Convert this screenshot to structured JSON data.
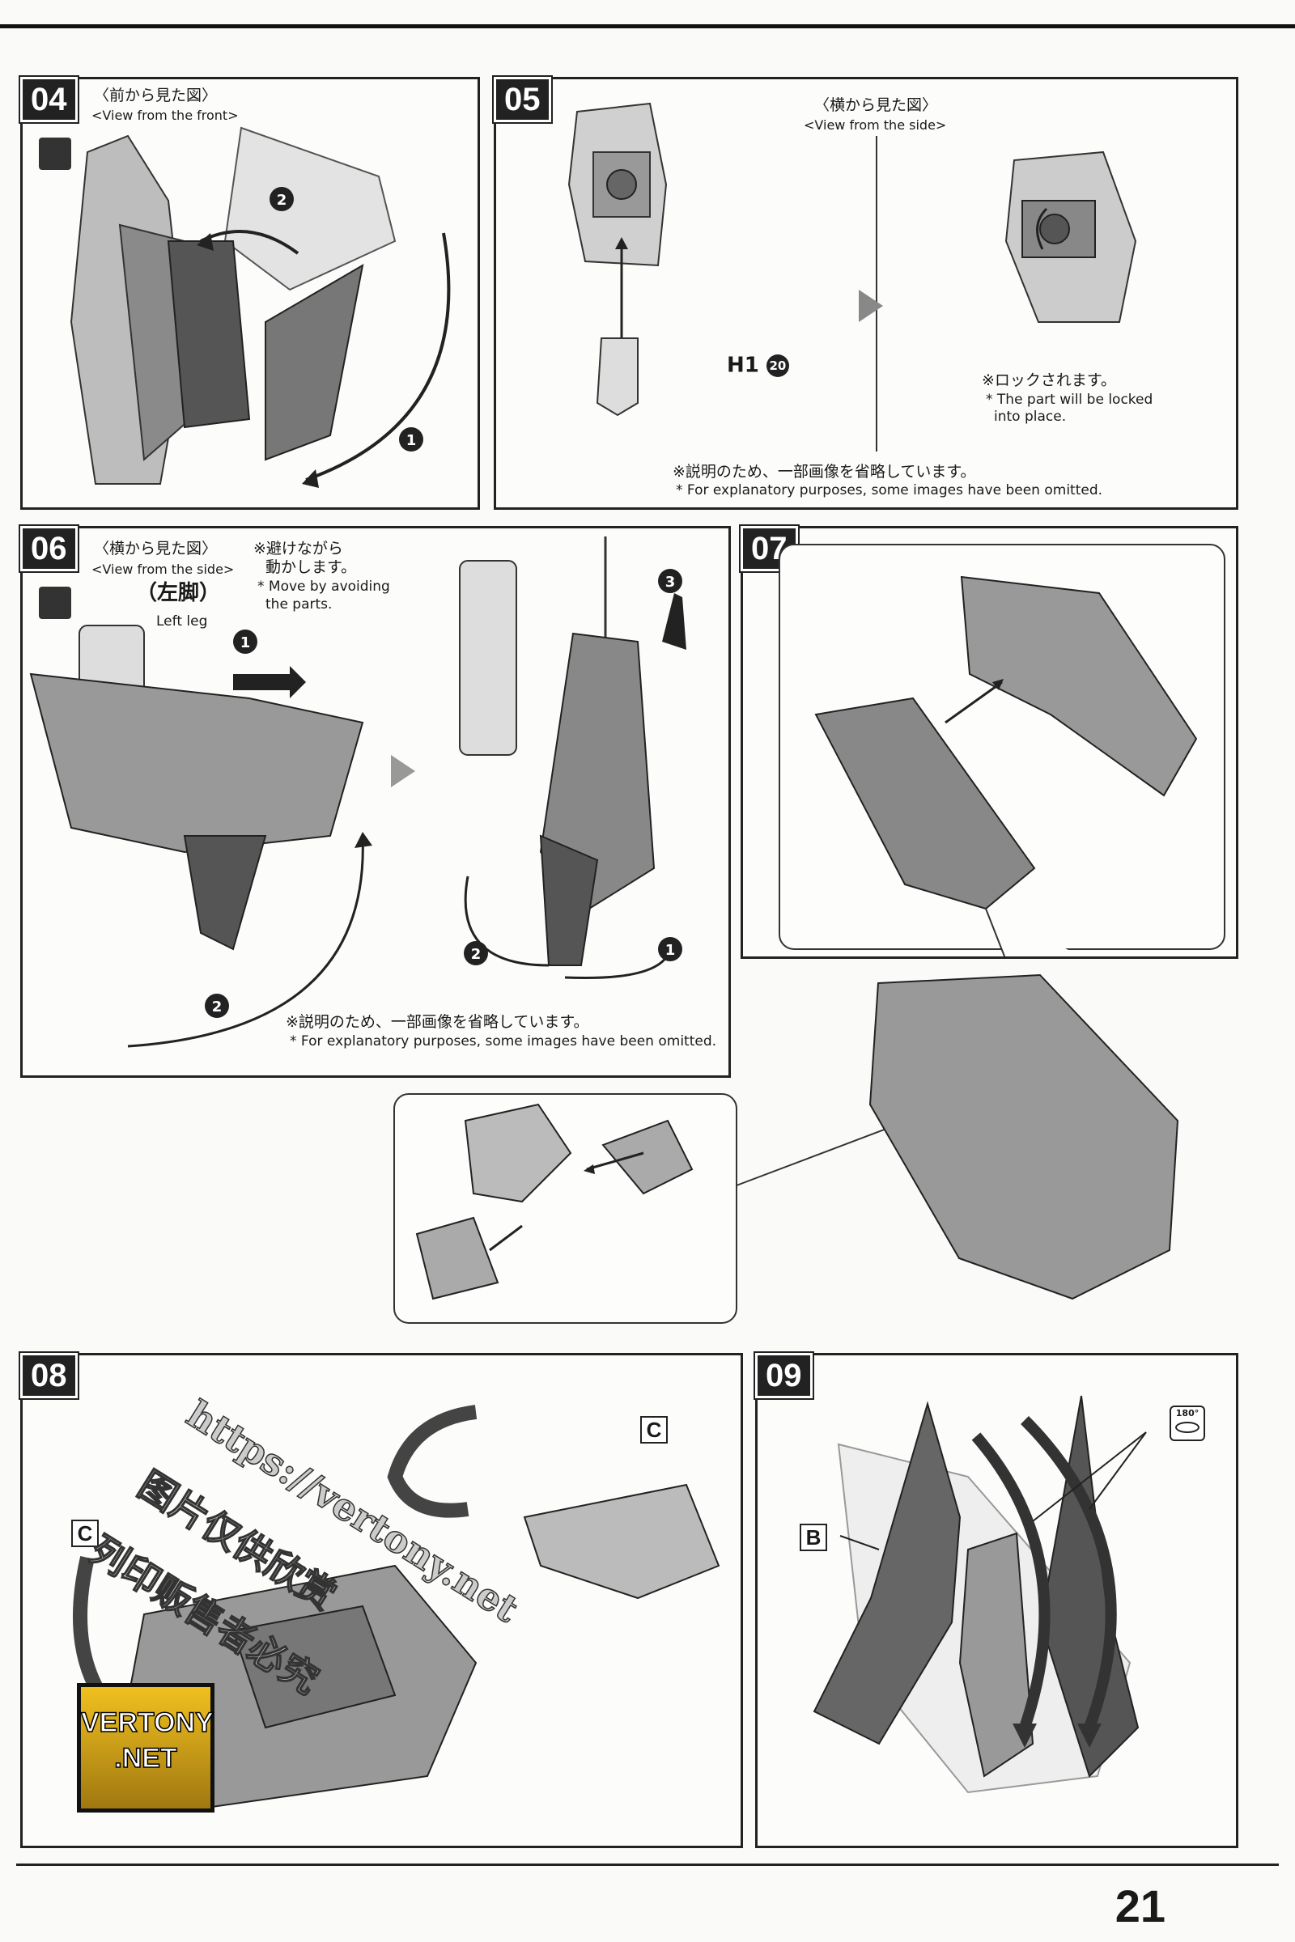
{
  "page_number": "21",
  "steps": {
    "s04": {
      "number": "04",
      "view_jp": "〈前から見た図〉",
      "view_en": "<View from the front>",
      "markers": [
        "2",
        "1"
      ]
    },
    "s05": {
      "number": "05",
      "view_jp": "〈横から見た図〉",
      "view_en": "<View from the side>",
      "part": "H1",
      "runner": "20",
      "lock_jp": "※ロックされます。",
      "lock_en_1": "* The part will be locked",
      "lock_en_2": "into place.",
      "note_jp": "※説明のため、一部画像を省略しています。",
      "note_en": "* For explanatory purposes, some images have been omitted."
    },
    "s06": {
      "number": "06",
      "view_jp": "〈横から見た図〉",
      "view_en": "<View from the side>",
      "avoid_jp_1": "※避けながら",
      "avoid_jp_2": "動かします。",
      "avoid_en_1": "* Move by avoiding",
      "avoid_en_2": "the parts.",
      "leg_jp": "（左脚）",
      "leg_en": "Left leg",
      "markers": [
        "1",
        "2",
        "3",
        "2",
        "1"
      ],
      "note_jp": "※説明のため、一部画像を省略しています。",
      "note_en": "* For explanatory purposes, some images have been omitted."
    },
    "s07": {
      "number": "07"
    },
    "s08": {
      "number": "08",
      "label_c1": "C",
      "label_c2": "C"
    },
    "s09": {
      "number": "09",
      "label_b": "B",
      "rotate": "180°"
    }
  },
  "watermark": {
    "url": "https://vertony.net",
    "line2": "图片仅供欣赏",
    "line3": "列印贩售者必究"
  },
  "logo": {
    "line1": "VERTONY",
    "line2": ".NET"
  }
}
